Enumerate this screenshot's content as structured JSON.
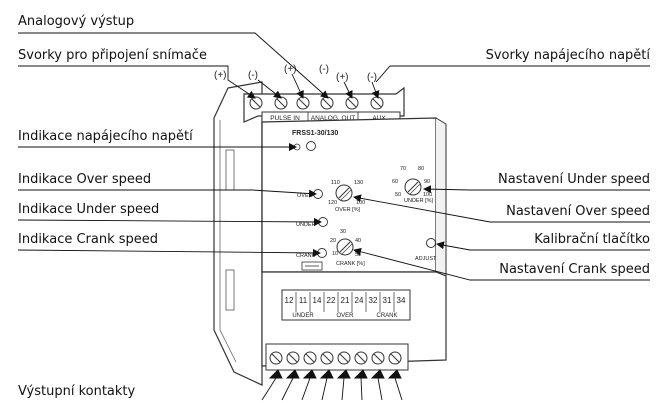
{
  "labels": {
    "analog_output": "Analogový výstup",
    "sensor_terminals": "Svorky pro připojení snímače",
    "supply_terminals": "Svorky napájecího napětí",
    "supply_indication": "Indikace napájecího napětí",
    "over_speed_indication": "Indikace Over speed",
    "under_speed_indication": "Indikace Under speed",
    "crank_speed_indication": "Indikace Crank speed",
    "under_speed_setting": "Nastavení Under speed",
    "over_speed_setting": "Nastavení Over speed",
    "calibration_button": "Kalibrační tlačítko",
    "crank_speed_setting": "Nastavení Crank speed",
    "output_contacts": "Výstupní kontakty"
  },
  "device": {
    "model": "FRSS1-30/130",
    "top_terminal_labels": [
      "PULSE IN",
      "ANALOG. OUT",
      "AUX"
    ],
    "polarity_marks": [
      "(+)",
      "(-)",
      "(+)",
      "(-)",
      "(+)",
      "(-)"
    ],
    "led_labels": {
      "over": "OVER",
      "under": "UNDER",
      "crank": "CRANK"
    },
    "button_label": "ADJUST",
    "dial_over": {
      "caption": "OVER [%]",
      "scale": [
        "110",
        "130",
        "120",
        "100"
      ]
    },
    "dial_under": {
      "caption": "UNDER [%]",
      "scale": [
        "70",
        "80",
        "60",
        "90",
        "50",
        "100"
      ]
    },
    "dial_crank": {
      "caption": "CRANK [%]",
      "scale": [
        "30",
        "20",
        "40",
        "10",
        "50"
      ]
    },
    "relay_numbers": [
      "12",
      "11",
      "14",
      "22",
      "21",
      "24",
      "32",
      "31",
      "34"
    ],
    "relay_groups": [
      "UNDER",
      "OVER",
      "CRANK"
    ]
  }
}
